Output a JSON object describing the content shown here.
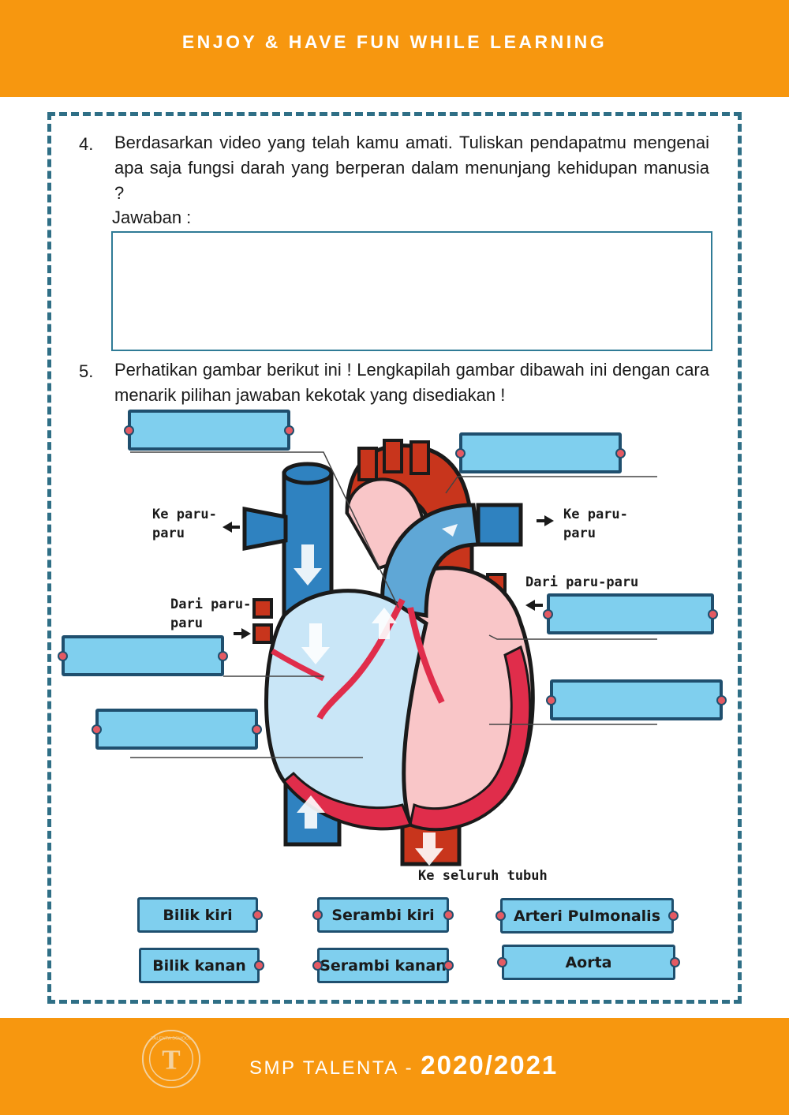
{
  "header": {
    "title": "ENJOY & HAVE FUN WHILE LEARNING"
  },
  "questions": [
    {
      "number": "4.",
      "text": "Berdasarkan video yang telah kamu amati. Tuliskan pendapatmu mengenai apa saja fungsi darah yang berperan dalam menunjang kehidupan manusia ?",
      "answer_label": "Jawaban :",
      "answer_value": ""
    },
    {
      "number": "5.",
      "text": "Perhatikan gambar berikut ini ! Lengkapilah gambar dibawah ini dengan cara menarik pilihan jawaban kekotak yang disediakan !"
    }
  ],
  "diagram": {
    "labels": {
      "ke_paru_left": "Ke paru-\nparu",
      "ke_paru_right": "Ke paru-\nparu",
      "dari_paru_left": "Dari paru-\nparu",
      "dari_paru_right": "Dari paru-paru",
      "ke_seluruh_tubuh": "Ke seluruh tubuh"
    },
    "drop_targets": [
      "",
      "",
      "",
      "",
      "",
      ""
    ]
  },
  "choices": [
    "Bilik kiri",
    "Serambi kiri",
    "Arteri Pulmonalis",
    "Bilik kanan",
    "Serambi kanan",
    "Aorta"
  ],
  "footer": {
    "school": "SMP TALENTA - ",
    "year": "2020/2021",
    "logo_text": "TALENTA SCHOOL",
    "logo_letter": "T"
  },
  "colors": {
    "orange": "#f7970f",
    "teal": "#2f6f86",
    "box_fill": "#7fcfee",
    "box_border": "#1f4f6e",
    "dot": "#e45a63"
  }
}
